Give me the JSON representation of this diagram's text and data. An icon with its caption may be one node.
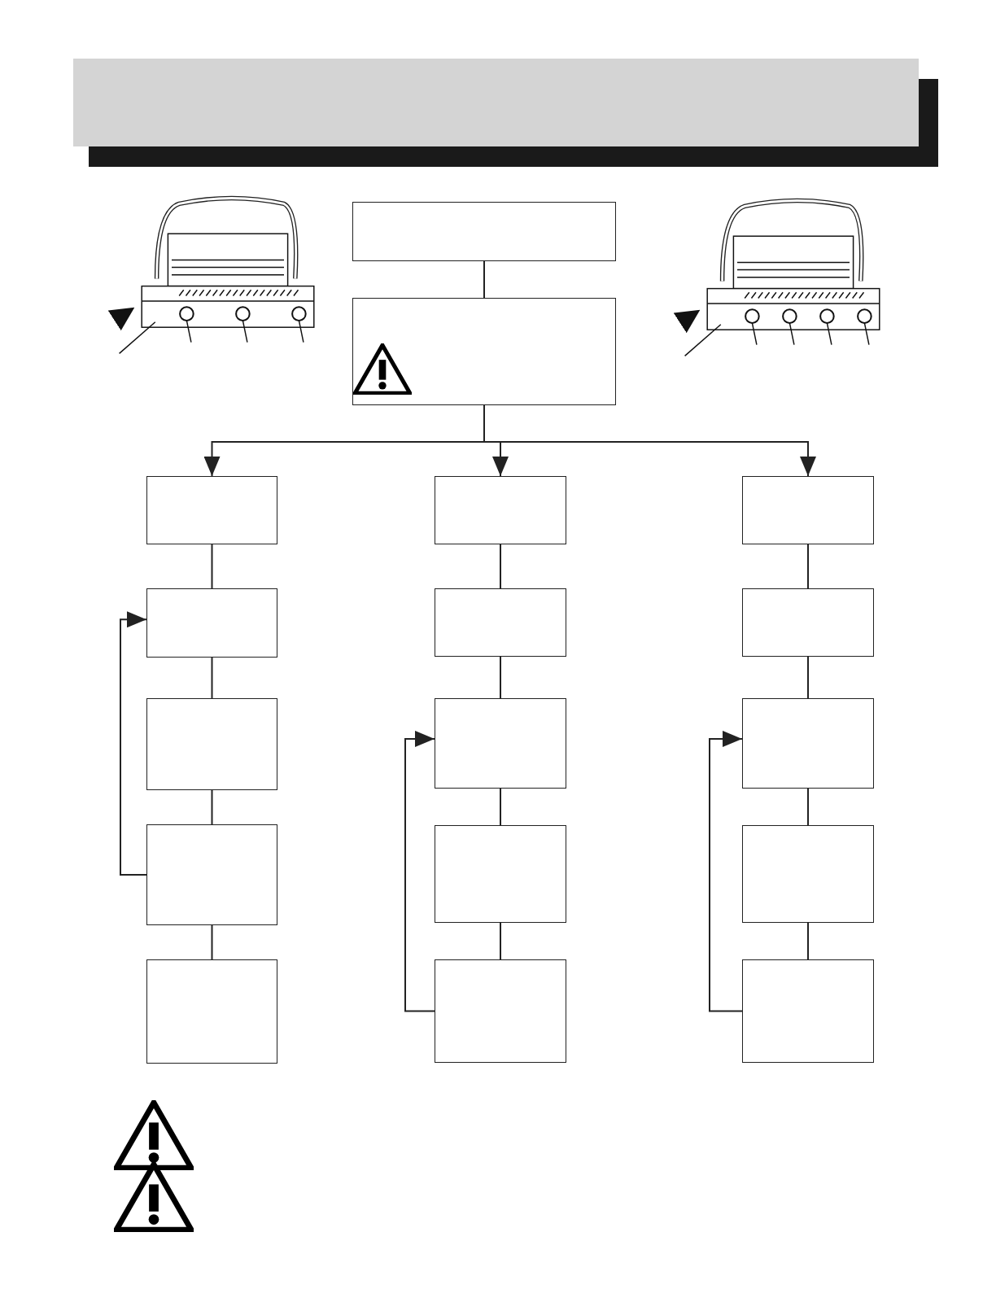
{
  "diagram": {
    "nodes": [
      {
        "text": [],
        "shape": "box"
      },
      {
        "text": [],
        "shape": "box"
      },
      {
        "text": [],
        "shape": "box"
      },
      {
        "text": [],
        "shape": "box"
      },
      {
        "text": [],
        "shape": "box"
      },
      {
        "text": [],
        "shape": "box"
      },
      {
        "text": [],
        "shape": "box"
      },
      {
        "text": [],
        "shape": "box"
      },
      {
        "text": [],
        "shape": "box"
      },
      {
        "text": [],
        "shape": "box"
      },
      {
        "text": [],
        "shape": "box"
      },
      {
        "text": [],
        "shape": "box"
      },
      {
        "text": [],
        "shape": "box"
      },
      {
        "text": [],
        "shape": "box"
      },
      {
        "text": [],
        "shape": "box"
      },
      {
        "text": [],
        "shape": "box"
      },
      {
        "text": [],
        "shape": "box"
      }
    ],
    "edges": [
      {
        "from": 0,
        "to": 1,
        "arrow": "none"
      },
      {
        "from": 1,
        "to": 2,
        "arrow": "to"
      },
      {
        "from": 1,
        "to": 7,
        "arrow": "to"
      },
      {
        "from": 1,
        "to": 12,
        "arrow": "to"
      },
      {
        "from": 2,
        "to": 3,
        "arrow": "none"
      },
      {
        "from": 3,
        "to": 4,
        "arrow": "none"
      },
      {
        "from": 4,
        "to": 5,
        "arrow": "none"
      },
      {
        "from": 5,
        "to": 6,
        "arrow": "none"
      },
      {
        "from": 5,
        "to": 3,
        "arrow": "to"
      },
      {
        "from": 7,
        "to": 8,
        "arrow": "none"
      },
      {
        "from": 8,
        "to": 9,
        "arrow": "none"
      },
      {
        "from": 9,
        "to": 10,
        "arrow": "none"
      },
      {
        "from": 10,
        "to": 11,
        "arrow": "none"
      },
      {
        "from": 11,
        "to": 9,
        "arrow": "to"
      },
      {
        "from": 12,
        "to": 13,
        "arrow": "none"
      },
      {
        "from": 13,
        "to": 14,
        "arrow": "none"
      },
      {
        "from": 14,
        "to": 15,
        "arrow": "none"
      },
      {
        "from": 15,
        "to": 16,
        "arrow": "none"
      },
      {
        "from": 16,
        "to": 14,
        "arrow": "to"
      }
    ]
  }
}
